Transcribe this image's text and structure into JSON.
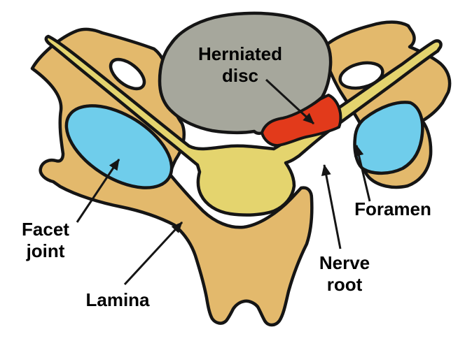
{
  "colors": {
    "background": "#ffffff",
    "outline": "#151515",
    "bone": "#e3b96c",
    "disc_gray": "#a6a79c",
    "herniation_red": "#e23a1b",
    "facet_blue": "#6fcdeb",
    "nerve_yellow": "#e4d46e",
    "hole_white": "#ffffff",
    "label_text": "#000000"
  },
  "labels": {
    "herniated_disc": {
      "lines": [
        "Herniated",
        "disc"
      ]
    },
    "facet_joint": {
      "lines": [
        "Facet",
        "joint"
      ]
    },
    "lamina": {
      "lines": [
        "Lamina"
      ]
    },
    "nerve_root": {
      "lines": [
        "Nerve",
        "root"
      ]
    },
    "foramen": {
      "lines": [
        "Foramen"
      ]
    }
  }
}
